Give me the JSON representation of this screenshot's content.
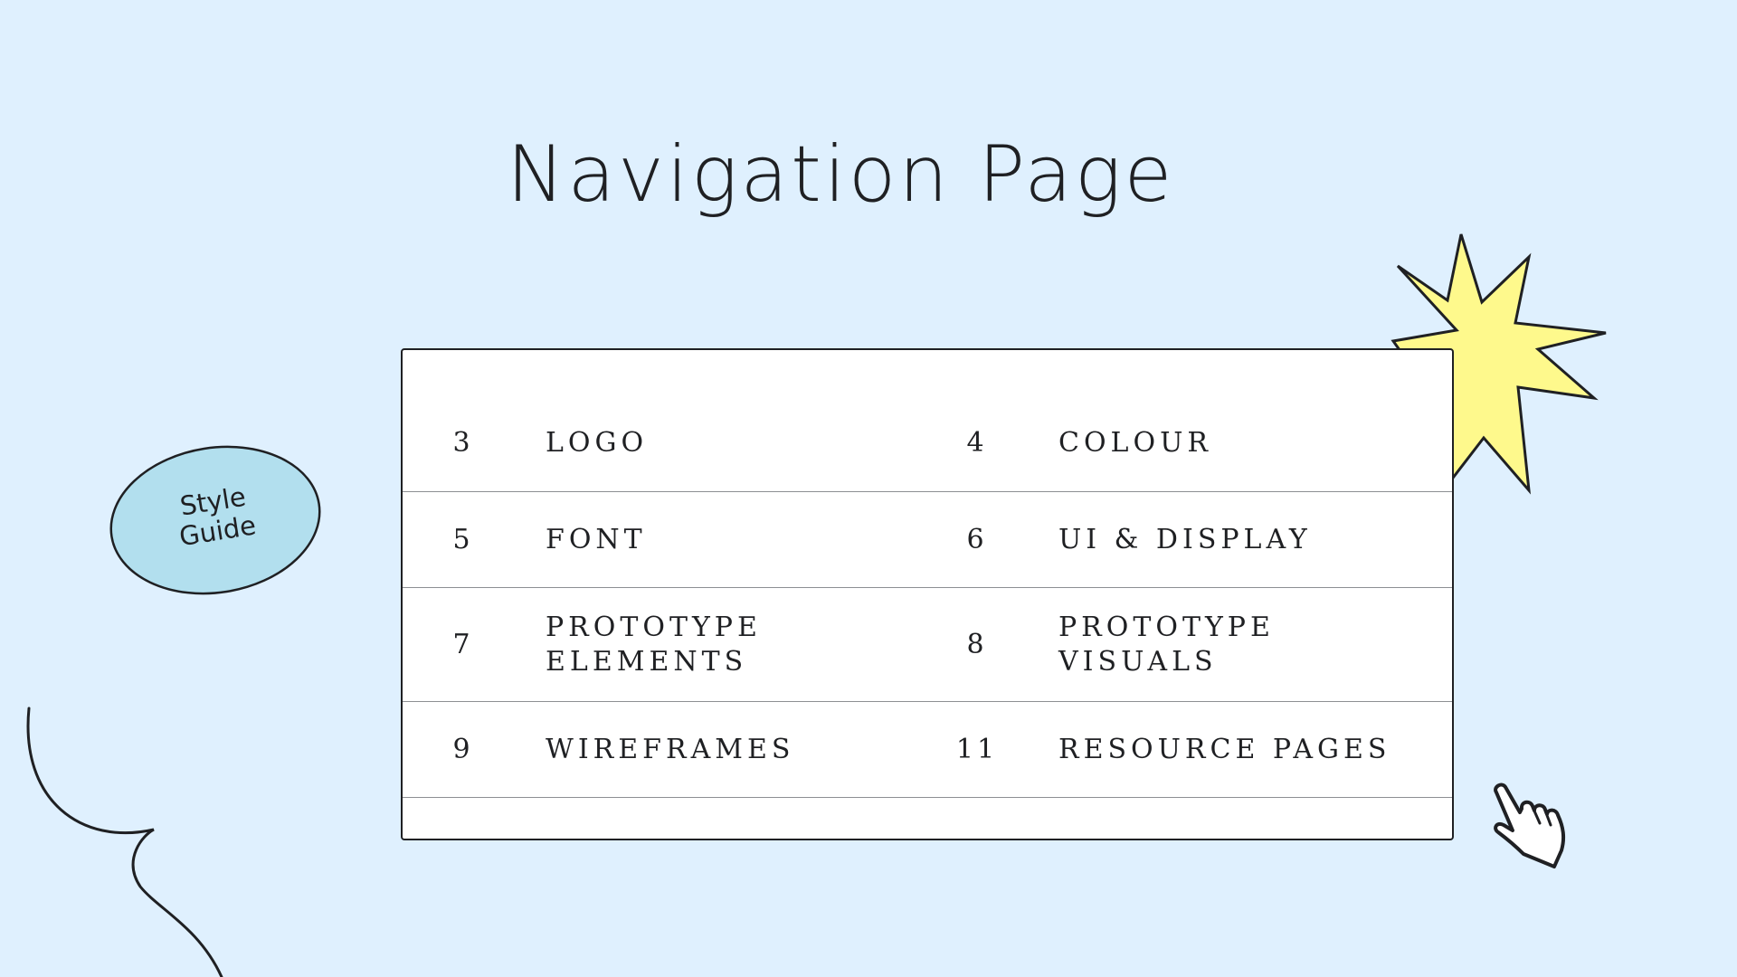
{
  "page": {
    "title": "Navigation Page"
  },
  "badge": {
    "text": "Style\nGuide",
    "color": "#b2dfee"
  },
  "star": {
    "color": "#fef98c"
  },
  "nav_rows": [
    {
      "left": {
        "num": "3",
        "label": "LOGO"
      },
      "right": {
        "num": "4",
        "label": "COLOUR"
      }
    },
    {
      "left": {
        "num": "5",
        "label": "FONT"
      },
      "right": {
        "num": "6",
        "label": "UI & DISPLAY"
      }
    },
    {
      "left": {
        "num": "7",
        "label": "PROTOTYPE\nELEMENTS"
      },
      "right": {
        "num": "8",
        "label": "PROTOTYPE\nVISUALS"
      }
    },
    {
      "left": {
        "num": "9",
        "label": "WIREFRAMES"
      },
      "right": {
        "num": "11",
        "label": "RESOURCE PAGES"
      }
    }
  ],
  "icons": {
    "star": "star-burst-icon",
    "cursor": "pointer-hand-icon",
    "curve": "squiggle-line-icon"
  },
  "colors": {
    "background": "#dff0fe",
    "ink": "#1f2023",
    "card": "#ffffff"
  }
}
